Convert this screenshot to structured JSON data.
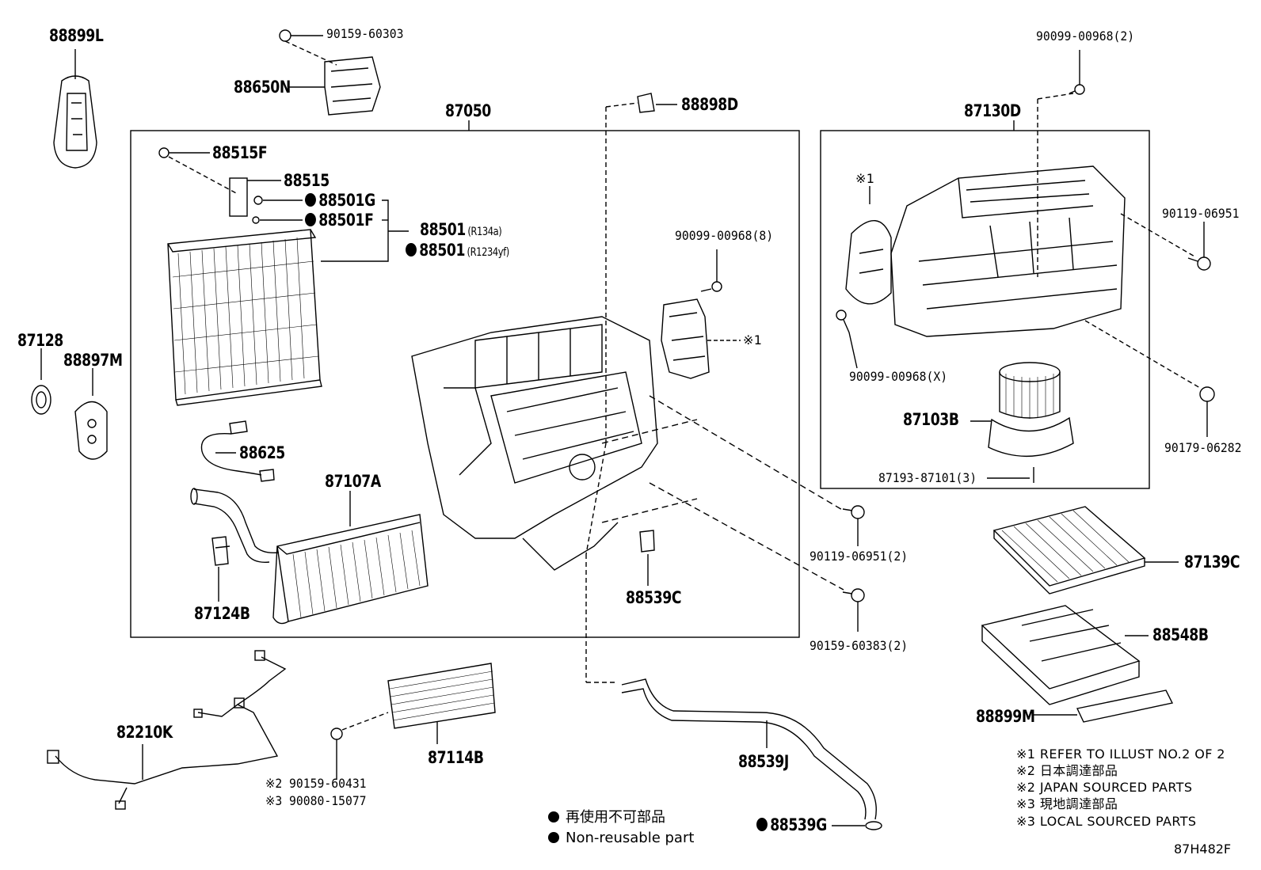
{
  "labels": {
    "p88899L": "88899L",
    "p90159_60303": "90159-60303",
    "p88650N": "88650N",
    "p87050": "87050",
    "p88898D": "88898D",
    "p90099_00968_2": "90099-00968(2)",
    "p87130D": "87130D",
    "p88515F": "88515F",
    "p88515": "88515",
    "p88501G": "88501G",
    "p88501F": "88501F",
    "p88501": "88501",
    "p88501_r134a": "(R134a)",
    "p88501b": "88501",
    "p88501_r1234yf": "(R1234yf)",
    "p90099_00968_8": "90099-00968(8)",
    "ref1_mid": "※1",
    "ref1_right": "※1",
    "p90119_06951": "90119-06951",
    "p90099_00968_X": "90099-00968(X)",
    "p87103B": "87103B",
    "p90179_06282": "90179-06282",
    "p87193_87101_3": "87193-87101(3)",
    "p87128": "87128",
    "p88897M": "88897M",
    "p88625": "88625",
    "p87107A": "87107A",
    "p87124B": "87124B",
    "p88539C": "88539C",
    "p90119_06951_2": "90119-06951(2)",
    "p90159_60383_2": "90159-60383(2)",
    "p87139C": "87139C",
    "p88548B": "88548B",
    "p88899M": "88899M",
    "p82210K": "82210K",
    "p87114B": "87114B",
    "p88539J": "88539J",
    "p88539G": "88539G",
    "p90159_60431": "※2 90159-60431",
    "p90080_15077": "※3 90080-15077"
  },
  "notes": [
    "※1 REFER TO ILLUST NO.2 OF 2",
    "※2 日本調達部品",
    "※2 JAPAN SOURCED PARTS",
    "※3 現地調達部品",
    "※3 LOCAL SOURCED PARTS"
  ],
  "legend": {
    "jp": "再使用不可部品",
    "en": "Non-reusable part"
  },
  "illustration_code": "87H482F",
  "colors": {
    "ink": "#000000",
    "background": "#ffffff"
  }
}
